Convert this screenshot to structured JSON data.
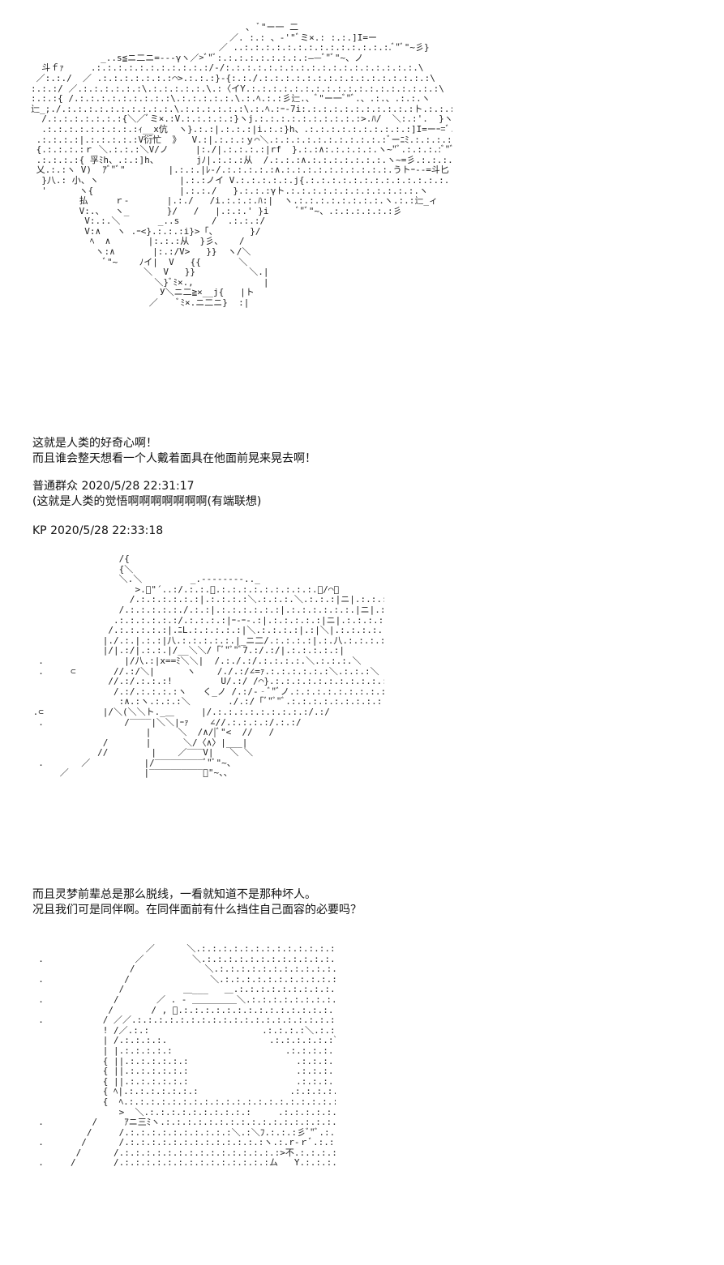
{
  "art_panels": [
    {
      "name": "ascii-art-character-1",
      "art": "                                        、 ﾞ\"ー一 二\n                                     ／. :.: 、-'\"ﾞミ×.: :.:.]I=ー\n                                   ／ ..:.:.:.:.:.:.:.:.:.:.:.:.:.:.ﾞ\"ﾞ\"~彡}\n             _..s≦ニ二ニ=--‐γヽ／>ﾞ\"ﾞ:.:.:.:.:.:.:.:.:——ﾞ\"ﾞ\"~、ノ\n  斗ｆｧ     .:.:.:.:.:.:.:.:.:.:.:/-/:.:.:.:.:.:.:.:.:.:.:.:.:.:.:.:.:.:.\\\n ／:.:./  ／ .:.:.:.:.:.:.:⌒>.:.:.:}-{:.:./.:.:.:.:.:.:.:.:.:.:.:.:.:.:.:.:\\\n:.:.:/ ／.:.:.:.:.:.:\\.:.:.:.:.:.\\.:〈イY.:.:.:.:.:.:.:.:.:.:.:.:.:.:.:.:.:.:\\\n:.:.:{ /.:.:.:.:.:.:.:.:.:\\.:.:.:.:.:.\\.:.ﾍ.:.:彡辷.、ﾞ\"ー一ﾞ\"ﾞ.、.:.、.:.:.ヽ\n辷_;./.:.:.:.:.:.:.:.:.:.:.\\.:.:.:.:.:.:\\.:.ﾍ.:ｰ-7i:.:.:.:.:.:.:.:.:.:.:ト.:.:.:.:.\n  /.:.:.:.:.:.:.:{＼／ﾞミ×.:V.:.:.:.:.:}ヽj.:.:.:.:.:.:.:.:.:.:>.ﾊ/  ＼:.:'.  }ヽ\n  .:.:.:.:.:.:.:.:.:ｨ__x伉  ヽ}.:.:|.:.:.:|i.:.:}h、.:.:.:.:.:.:.:.:.:.:]I=ーｰ=ﾞ.ムイノ\n .:.:.:.:|.:.:.:.:.:V衍忙  》  V.:|.:.:.:ｙ⌒＼.:.:.:.:.:.:.:.:.:.:.:ﾞーﾆﾐ.:.:.:.:イ\n {.:.:.:.:ｒ ＼.:.:.:＼V/ノ     |:./|.:.:.:.:|rf  }.:.:∧:.:.:.:.:.ヽ~\"ﾞ.:.:.:.:ﾞ\"ﾞ\"~ 乂_\n .:.:.:.:{ 孚ﾐh、.:.:]h、       jﾉ|.:.:.:从  /.:.:.:∧.:.:.:.:.:.:.:.ヽ~=彡.:.:.:.:.:.:⌒>\n 乂.:.:ヽ V)  ｱﾞ\"ﾞ\"        |.:.:.|ﾚ-/.:.:.:.:.:∧.:.:.:.:.:.:.:.:.:.:.うトｰ--=斗匕\n  }八.: 小、ヽ               |.:.:ノイ V.:.:.:.:.:.j{.:.:.:.:.:.:.:.:.:.:.:.:.:.\n  '      ヽ{                |.:.:./   }.:.:.:γト.:.:.:.:.:.:.:.:.:.:.:.:.ヽ\n         払     ｒ‐       |.:./   /i.:.:.:.ﾊ:|  ヽ.:.:.:.:.:.:.:.:.ヽ.:.:辷_ィ\n         V:.、  ヽ_       }/   /   |.:.:.' }i     ﾞ\"ﾞ\"~、.:.:.:.:.:.:彡\n          V:.:.＼       _..s      /  .:.:.:/\n          V:∧   ヽ .ｰ<}.:.:.:i}>「、      }/\n           ﾍ  ∧       |:.:.:从  }彡、   /\n            ヽ:∧       |:.:/V>   }}  ヽ/＼\n              ﾞ\"~    ﾉイ|  V   {{       ＼\n                     ＼  V   }}          ＼.|\n                       ＼}ﾞﾐ×.,             |\n                        У＼ニ二≧×__j{   |ト\n                      ／    ﾞﾐ×.ニ二ニ}  :|"
    },
    {
      "name": "ascii-art-character-2",
      "art": "                 /{\n                 {＼\n                 ＼.＼         _.--------.._\n                    >.ﾞ\"´..:/.:.:.＼.:.:.:.:.:.:.:.:.:.＼/⌒＼\n                   /.:.:.:.:.:.:|.:.:.:.:＼.:.:.:.＼.:.:.:|ニ|.:.:.:.:.＼\n                 /.:.:.:.:.:./.:.:|.:.:.:.:.:.:|.:.:.:.:.:.:.|ニ|.:.:.:.:.:.:|\n                .:.:.:.:.:.:/.:.:.:.:|ｰ-ｰ-.:|.:.:.:.:.:|ニ|.:.:.:.:.:.:|\n               /.:.:.:.:.:|.ﾆL.:.:.:.:.:|＼.:.:.:.:|.:|＼|.:.:.:.:.:.:|\n              |./.:.|.:.:|八.:.:.:.:.:.|_ニ二/.:.:.:.:|.:.八.:.:.:.:.:.\n              |/|.:/|.:.:.|/__＼＼/「ﾞ\"ﾞ\"ﾞ7.:/.:/|.:.:.:.:.:|\n  .               |/八.:|x==ﾐ＼＼|  /.:./.:/.:.:.:.:.＼.:.:.:.＼\n  .     ⊂       //.:/＼|      ヽ    /./.:/∠=ｧ.:.:.:.:.:.:＼.:.:.:＼\n               //.:/.:.:.:!         U/.:/ /⌒}.:.:.:.:.:.:.:.:.:.:.:⌒\n                /.:/.:.:.:.:ヽ   く_ノ /.:/-‐ﾞ\"ﾞノ.:.:.:.:.:.:.:.:.:.:/\n                 :∧.:ヽ.:.:.:＼       ./.:/「ﾞ\"ﾞ\"ﾞ.:.:.:.:.:.:.:.:.:.:.:/\n .⊂           |/＼(＼＼ト._＿     |/.:.:.:.:.:.:.:.:.:/.:/\n  .               /‾‾‾‾|＼＼|ｰｧ    ∠//.:.:.:.:/.:.:/\n                      |     ＼  /∧/|ﾞ\"<  //   /\n              /       |      ＼/〈∧〉|___|\n             //        |    ／‾‾‾V|   ＼ ＼\n  .       ／          |/‾‾‾‾‾‾‾‾‾ﾞ\"ﾞ\"~、\n      ／              |‾‾‾‾‾‾‾‾‾‾ﾞ\"~、、"
    },
    {
      "name": "ascii-art-character-3",
      "art": "                      ／      ＼.:.:.:.:.:.:.:.:.:.:.:.:.:\n  .                 ／         ＼.:.:.:.:.:.:.:.:.:.:.:.:.:.:\n                   /             ＼.:.:.:.:.:.:.:.:.:.:.:.:.:.\n  .               /               ＼.:.:.:.:.:.:.:.:.:.:.:.:.:.\n                 /           ＿___   ＿.:.:.:.:.:.:.:.:.:.:.:.:.:.:\n  .             /       ／ . ‐ ＿＿＿＿＿＼.:.:.:.:.:.:.:.:.:.:.:.:\n               /       / , ﾞ.:.:.:.:.:.:.:.:.:.:.:.:.:.:.:.:.:.:＼.:.:.:.:.:.:.:.:\n  .           / ／／.:.:.:.:.:.:.:.:.:.:.:.:.:.:.:.:.:.:.:.:.:.:＼.:.:.:.:.:.:.:\n              ! /／.:.:                     .:.:.:.:＼.:.:.:.:.:\n              | /.:.:.:.:.                   .:.:.:.:.:.:＼.:.:.:\n              | |.:.:.:.:.:                     .:.:.:.:.:.:.:.:.＼.:\n              { ||.:.:.:.:.:.:                    .:.:.:.:.:.:.:.:.:.}.:\n              { ||.:.:.:.:.:.:                    .:.:.:.:.:.:.:.:.:/.:./\n              { ||.:.:.:.:.:.:                    .:.:.:.:.:.:.:.:./.:/\n              { ﾍ|.:.:.:.:.:.:.:                 .:.:.:.:.:.:.:.:.:/.:/\n              {  ﾍ.:.:.:.:.:.:.:.:.:.:.:.:.:.:.:.:.:.:.:.:.:.:.:.:.:.:.:ノノ\n                 >  ＼.:.:.:.:.:.:.:.:.:.:     .:.:.:.:.:.:.:.:.:.:.:.:.:.:.:／. .\n  .         /     ｱニ三ﾐヽ.:.:.:.:.:.:.:.:.:.:.:.:.:.:.:.:.:.:.:.:.:<.:.:.:.\n           /     /.:.:.:.:.:.:.:.:.:.:＼.:＼ﾌ.:.:.:彡ﾞ\"ﾞ.:.:＼.:.:.:\n  .       /      /.:.:.:.:.:.:.:.:.:.:.:.:.:ヽ.:.r‐ｒﾞ.:.:.:.:.:.:.:.:.:.:.:ヽ.:.:\n         /      /.:.:.:.:.:.:.:.:.:.:.:.:.:.:.:>不.:.:.:.:.:.:.:.:.:.:.:.:.:.:.:\n  .     /       /.:.:.:.:.:.:.:.:.:.:.:.:.:.:ム   Y.:.:.:.:.:.:.:.:.:.:.:.:.:.:i"
    }
  ],
  "text_blocks": [
    {
      "name": "dialogue-block-1",
      "lines": [
        "这就是人类的好奇心啊！",
        "而且谁会整天想看一个人戴着面具在他面前晃来晃去啊！"
      ]
    },
    {
      "name": "comment-block",
      "lines": [
        "普通群众 2020/5/28 22:31:17",
        "(这就是人类的觉悟啊啊啊啊啊啊啊(有端联想)"
      ]
    },
    {
      "name": "kp-header-block",
      "lines": [
        "KP 2020/5/28 22:33:18"
      ]
    },
    {
      "name": "dialogue-block-2",
      "lines": [
        "而且灵梦前辈总是那么脱线，一看就知道不是那种坏人。",
        "况且我们可是同伴啊。在同伴面前有什么挡住自己面容的必要吗？"
      ]
    }
  ]
}
